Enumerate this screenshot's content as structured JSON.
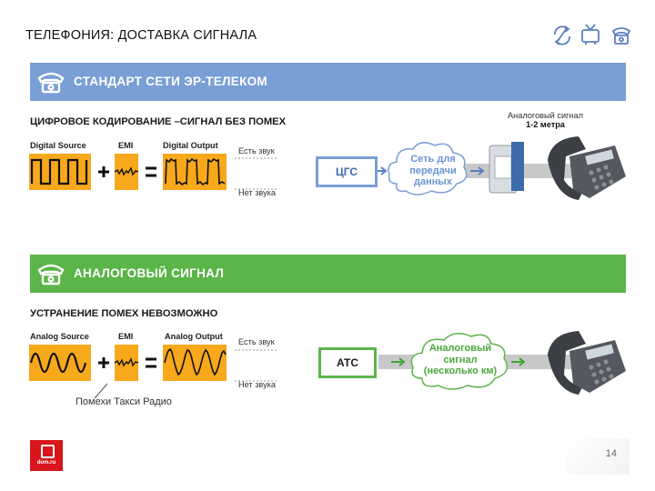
{
  "slide_title": "ТЕЛЕФОНИЯ: ДОСТАВКА СИГНАЛА",
  "header_icons": [
    "recycle-icon",
    "tv-icon",
    "phone-icon"
  ],
  "digital": {
    "banner": "СТАНДАРТ СЕТИ ЭР-ТЕЛЕКОМ",
    "subtitle": "ЦИФРОВОЕ КОДИРОВАНИЕ –СИГНАЛ БЕЗ ПОМЕХ",
    "source_label": "Digital Source",
    "emi_label": "EMI",
    "output_label": "Digital Output",
    "plus": "+",
    "equals": "=",
    "has_sound": "Есть звук",
    "no_sound": "Нет звука",
    "node_box": "ЦГС",
    "cloud_text_lines": [
      "Сеть для",
      "передачи",
      "данных"
    ],
    "analog_signal_note_line1": "Аналоговый сигнал",
    "analog_signal_note_line2": "1-2 метра",
    "colors": {
      "banner": "#7a9fd6",
      "accent": "#5b7fbf"
    }
  },
  "analog": {
    "banner": "АНАЛОГОВЫЙ СИГНАЛ",
    "subtitle": "УСТРАНЕНИЕ ПОМЕХ НЕВОЗМОЖНО",
    "source_label": "Analog Source",
    "emi_label": "EMI",
    "output_label": "Analog Output",
    "plus": "+",
    "equals": "=",
    "has_sound": "Есть звук",
    "no_sound": "Нет звука",
    "interference_note": "Помехи Такси Радио",
    "node_box": "АТС",
    "cloud_text_lines": [
      "Аналоговый",
      "сигнал",
      "(несколько км)"
    ],
    "colors": {
      "banner": "#5bb548",
      "accent": "#3fa535"
    }
  },
  "logo_text": "dom.ru",
  "page_number": "14",
  "colors": {
    "signal_yellow": "#f7a81b",
    "arrow_gray": "#c8c8c8",
    "logo_red": "#d8161c"
  }
}
